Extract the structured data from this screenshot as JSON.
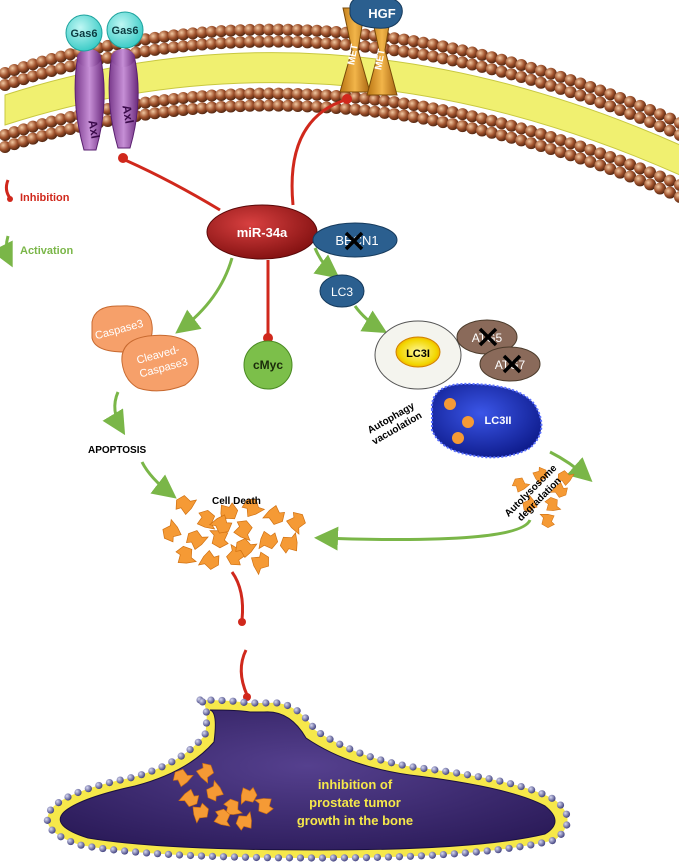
{
  "receptors": {
    "gas6_label": "Gas6",
    "axl_label": "Axl",
    "hgf_label": "HGF",
    "met_label": "MET"
  },
  "mir": {
    "label": "miR-34a"
  },
  "legend": {
    "inhibition_label": "Inhibition",
    "activation_label": "Activation",
    "inhibition_color": "#d0281c",
    "activation_color": "#7ab648"
  },
  "autophagy": {
    "becn1_label": "BECN1",
    "lc3_label": "LC3",
    "lc3i_label": "LC3I",
    "atg5_label": "ATG5",
    "atg7_label": "ATG7",
    "lc3ii_label": "LC3II",
    "vacuolation_label": "Autophagy vacuolation",
    "autolysosome_label": "Autolysosome degradation"
  },
  "apoptosis": {
    "caspase3_label": "Caspase3",
    "cleaved_caspase3_label": "Cleaved-Caspase3",
    "apoptosis_label": "APOPTOSIS",
    "cmyc_label": "cMyc",
    "cell_death_label": "Cell Death"
  },
  "tumor": {
    "line1": "inhibition of",
    "line2": "prostate tumor",
    "line3": "growth in the bone"
  },
  "colors": {
    "membrane_bead": "#a0522d",
    "membrane_inner": "#f0f070",
    "mir_red": "#b01818",
    "blue_oval": "#2b5f8f",
    "brown_oval": "#8a6a5a",
    "caspase": "#f6a06a",
    "cmyc": "#7cbf4a",
    "lc3ii_blue": "#1a2fb8",
    "fragment_orange": "#f59a35",
    "tumor_purple": "#3c2a6e",
    "tumor_text": "#f6e84a"
  }
}
